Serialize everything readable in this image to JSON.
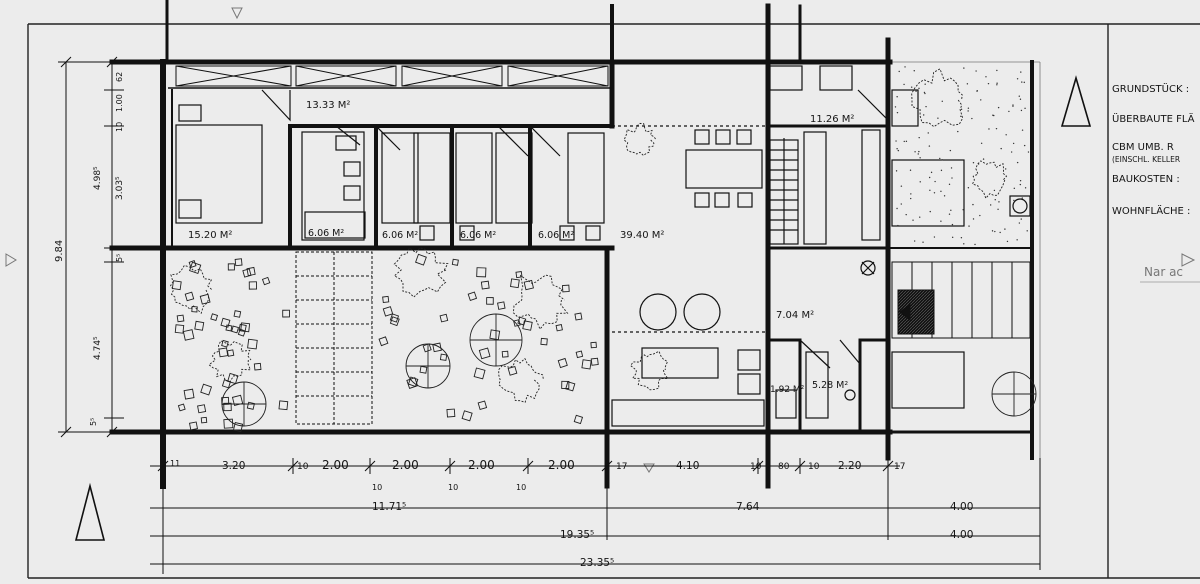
{
  "colors": {
    "paper": "#ececec",
    "ink": "#111111",
    "faint": "#888888"
  },
  "rooms": [
    {
      "id": "bedroom-master",
      "area": "15.20 M²"
    },
    {
      "id": "corridor",
      "area": "13.33 M²"
    },
    {
      "id": "bath",
      "area": "6.06 M²"
    },
    {
      "id": "bedroom-1",
      "area": "6.06 M²"
    },
    {
      "id": "bedroom-2",
      "area": "6.06 M²"
    },
    {
      "id": "bedroom-3",
      "area": "6.06 M²"
    },
    {
      "id": "living",
      "area": "39.40 M²"
    },
    {
      "id": "kitchen",
      "area": "11.26 M²"
    },
    {
      "id": "hall",
      "area": "7.04 M²"
    },
    {
      "id": "wc",
      "area": "1.92 M²"
    },
    {
      "id": "utility",
      "area": "5.28 M²"
    }
  ],
  "dimensions": {
    "bottom_row1": [
      "11",
      "3.20",
      "10",
      "2.00",
      "2.00",
      "2.00",
      "2.00",
      "17",
      "4.10",
      "10",
      "80",
      "10",
      "2.20",
      "17"
    ],
    "bottom_row1_small": [
      "10",
      "10",
      "10"
    ],
    "bottom_row2": [
      "11.71⁵",
      "7.64",
      "4.00"
    ],
    "bottom_row3": [
      "19.35⁵",
      "4.00"
    ],
    "bottom_row4": [
      "23.35⁵"
    ],
    "left_outer": "9.84",
    "left_inner": [
      "62",
      "1.00",
      "10",
      "4.98⁵",
      "3.03⁵",
      "5⁵",
      "4.74⁵",
      "5⁵"
    ]
  },
  "legend": {
    "lines": [
      "GRUNDSTÜCK :",
      "ÜBERBAUTE FLÄ",
      "CBM UMB. R",
      "(EINSCHL. KELLER",
      "BAUKOSTEN :",
      "WOHNFLÄCHE :"
    ],
    "handwritten": "Nar ac"
  }
}
